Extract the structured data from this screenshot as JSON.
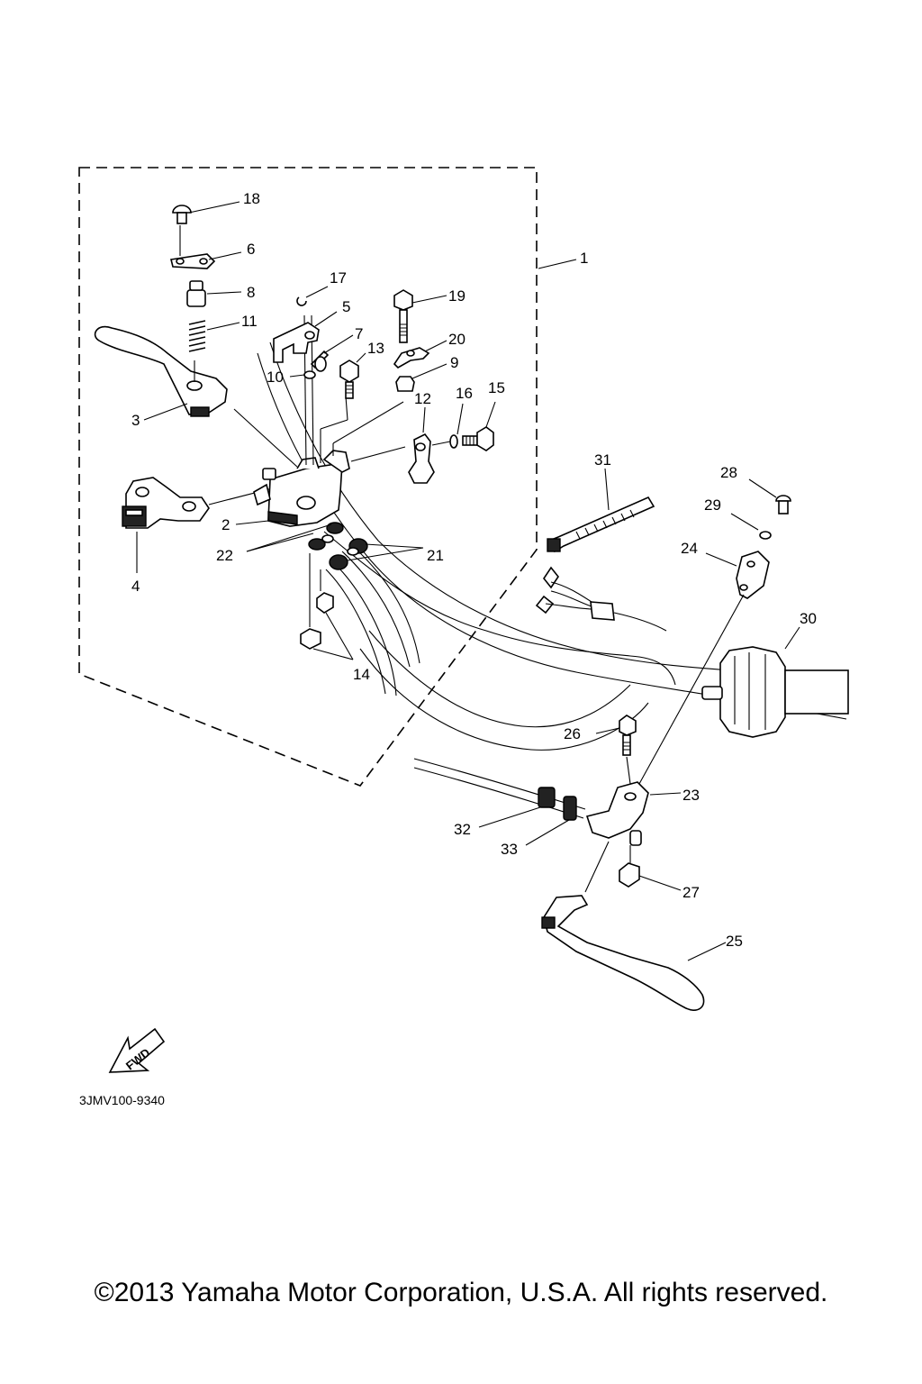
{
  "diagram": {
    "labels": {
      "l1": "1",
      "l2": "2",
      "l3": "3",
      "l4": "4",
      "l5": "5",
      "l6": "6",
      "l7": "7",
      "l8": "8",
      "l9": "9",
      "l10": "10",
      "l11": "11",
      "l12": "12",
      "l13": "13",
      "l14": "14",
      "l15": "15",
      "l16": "16",
      "l17": "17",
      "l18": "18",
      "l19": "19",
      "l20": "20",
      "l21": "21",
      "l22": "22",
      "l23": "23",
      "l24": "24",
      "l25": "25",
      "l26": "26",
      "l27": "27",
      "l28": "28",
      "l29": "29",
      "l30": "30",
      "l31": "31",
      "l32": "32",
      "l33": "33"
    },
    "fwd_text": "FWD",
    "drawing_code": "3JMV100-9340"
  },
  "copyright": "©2013 Yamaha Motor Corporation, U.S.A. All rights reserved."
}
